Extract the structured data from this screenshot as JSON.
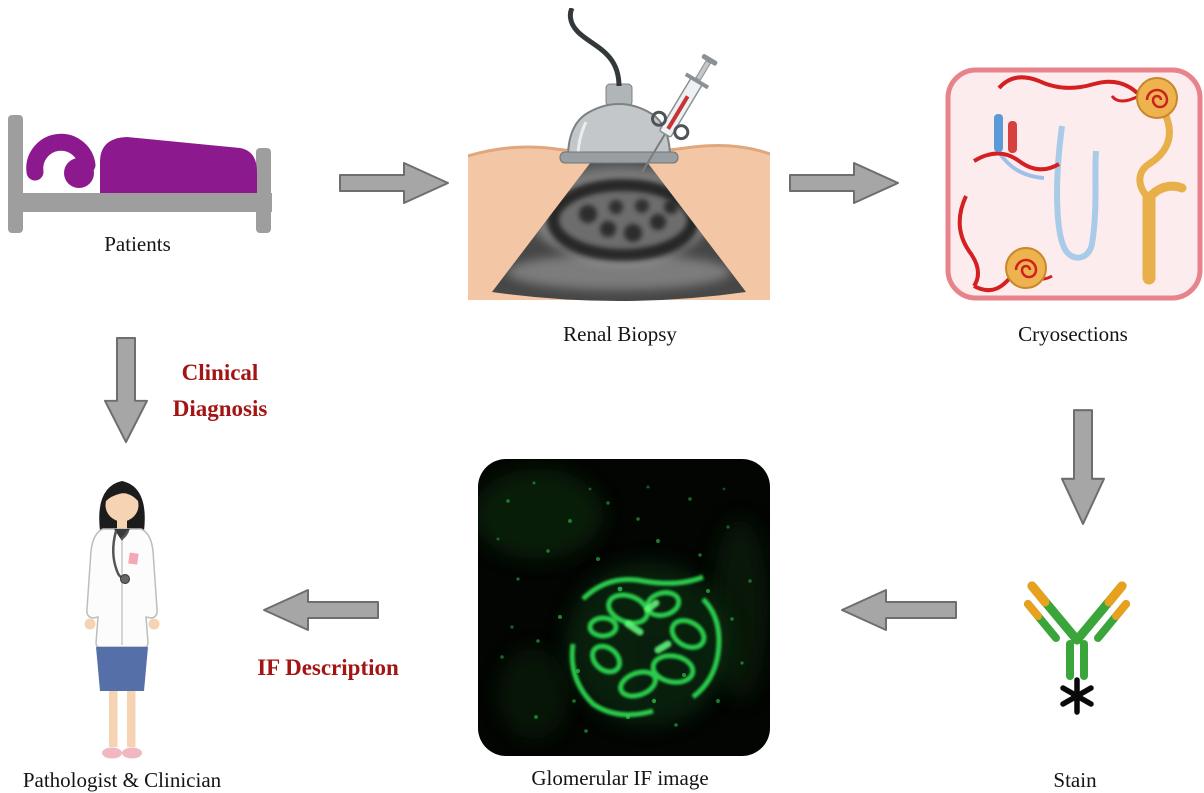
{
  "labels": {
    "patients": "Patients",
    "renal_biopsy": "Renal Biopsy",
    "cryosections": "Cryosections",
    "clinical_diagnosis": "Clinical Diagnosis",
    "pathologist_clinician": "Pathologist & Clinician",
    "if_description": "IF Description",
    "glomerular_if_image": "Glomerular IF image",
    "stain": "Stain"
  },
  "colors": {
    "red_text": "#a31515",
    "arrow_fill": "#a6a6a6",
    "arrow_stroke": "#6e6e6e",
    "purple": "#8c1a8e",
    "bed_gray": "#9e9e9e",
    "skin": "#f3c7a5",
    "cryo_bg": "#fdecee",
    "cryo_border": "#e8838c",
    "if_green": "#2fe052",
    "antibody_green": "#3aa53a",
    "antibody_orange": "#e8a11d"
  }
}
